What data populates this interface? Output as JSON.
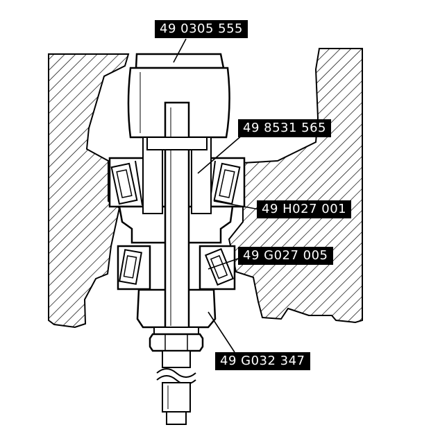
{
  "labels": {
    "tool_1": "49 0305 555",
    "tool_2": "49 8531 565",
    "tool_3": "49 H027 001",
    "tool_4": "49 G027 005",
    "tool_5": "49 G032 347"
  },
  "colors": {
    "ink": "#000000",
    "paper": "#ffffff"
  }
}
